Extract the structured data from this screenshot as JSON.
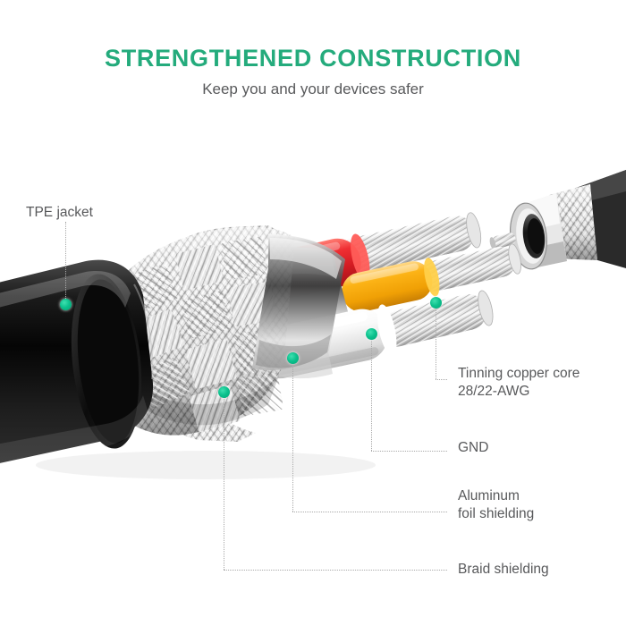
{
  "header": {
    "title": "STRENGTHENED CONSTRUCTION",
    "subtitle": "Keep you and your devices safer",
    "title_color": "#24ab7c",
    "subtitle_color": "#58595b"
  },
  "callouts": [
    {
      "id": "tpe",
      "label": "TPE jacket",
      "marker_color": "#0bc08c"
    },
    {
      "id": "tinning",
      "label": "Tinning copper core\n28/22-AWG",
      "marker_color": "#0bc08c"
    },
    {
      "id": "gnd",
      "label": "GND",
      "marker_color": "#0bc08c"
    },
    {
      "id": "alfoil",
      "label": "Aluminum\nfoil shielding",
      "marker_color": "#0bc08c"
    },
    {
      "id": "braid",
      "label": "Braid shielding",
      "marker_color": "#0bc08c"
    }
  ],
  "diagram": {
    "background_color": "#ffffff",
    "leader_line_color": "#a9a9a9",
    "layers": [
      {
        "name": "TPE jacket",
        "color": "#1a1a1a"
      },
      {
        "name": "Braid shielding",
        "color": "#c8c8c8"
      },
      {
        "name": "Aluminum foil shielding",
        "color": "#b4b4b4"
      },
      {
        "name": "Red conductor",
        "color": "#e8292f"
      },
      {
        "name": "Yellow conductor",
        "color": "#fcb316"
      },
      {
        "name": "White conductor",
        "color": "#f2f2f2"
      },
      {
        "name": "Tinned copper strands",
        "color": "#d9d9d9"
      }
    ]
  }
}
